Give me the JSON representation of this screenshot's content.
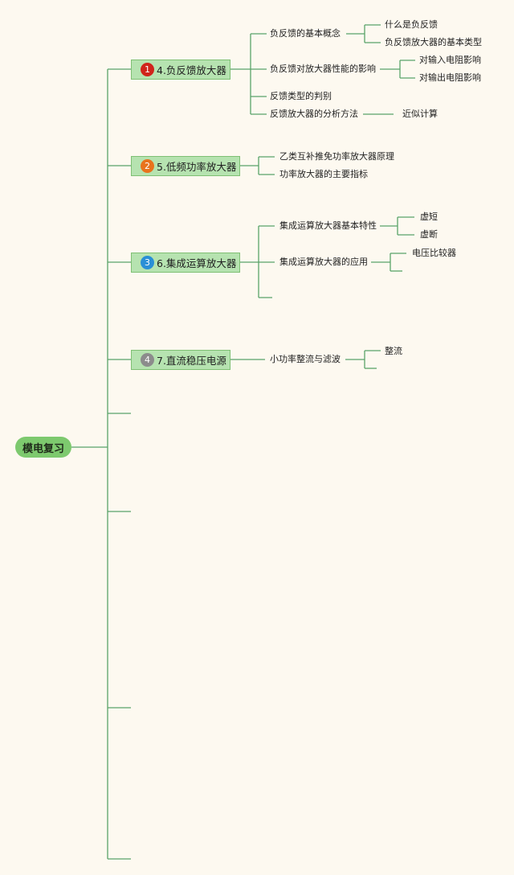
{
  "root": {
    "label": "模电复习"
  },
  "topics": [
    {
      "number": "1",
      "label": "4.负反馈放大器",
      "badge_color": "#d0241b",
      "children": [
        {
          "label": "负反馈的基本概念",
          "children": [
            "什么是负反馈",
            "负反馈放大器的基本类型"
          ]
        },
        {
          "label": "负反馈对放大器性能的影响",
          "children": [
            "对输入电阻影响",
            "对输出电阻影响"
          ]
        },
        {
          "label": "反馈类型的判别"
        },
        {
          "label": "反馈放大器的分析方法",
          "children": [
            "近似计算"
          ]
        }
      ]
    },
    {
      "number": "2",
      "label": "5.低频功率放大器",
      "badge_color": "#e8731c",
      "children": [
        {
          "label": "乙类互补推免功率放大器原理"
        },
        {
          "label": "功率放大器的主要指标"
        }
      ]
    },
    {
      "number": "3",
      "label": "6.集成运算放大器",
      "badge_color": "#2a8fd6",
      "children": [
        {
          "label": "集成运算放大器基本特性",
          "children": [
            "虚短",
            "虚断"
          ]
        },
        {
          "label": "集成运算放大器的应用",
          "children": [
            "电压比较器"
          ]
        }
      ]
    },
    {
      "number": "4",
      "label": "7.直流稳压电源",
      "badge_color": "#8c8c8c",
      "children": [
        {
          "label": "小功率整流与滤波",
          "children": [
            "整流"
          ]
        }
      ]
    }
  ],
  "colors": {
    "background": "#fdf9f0",
    "connector": "#5aa36a",
    "root_fill": "#7dc96e",
    "topic_fill": "#b6e3b0",
    "topic_border": "#7fc074"
  }
}
